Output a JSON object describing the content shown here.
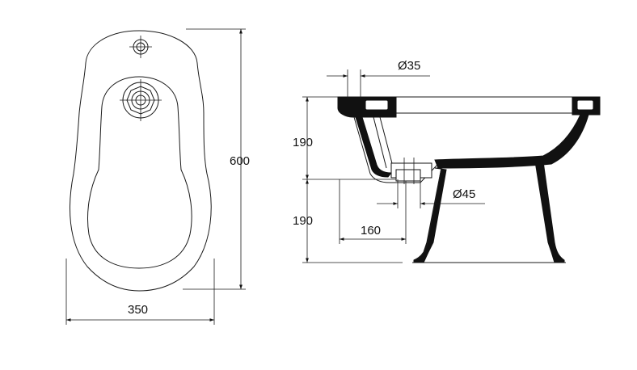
{
  "dimensions": {
    "top_view_length": "600",
    "top_view_width": "350",
    "side_upper_height": "190",
    "side_lower_height": "190",
    "side_outlet_offset": "160",
    "inlet_diameter": "Ø35",
    "outlet_diameter": "Ø45"
  },
  "colors": {
    "line": "#1a1a1a",
    "fill": "#111111",
    "background": "#ffffff"
  }
}
